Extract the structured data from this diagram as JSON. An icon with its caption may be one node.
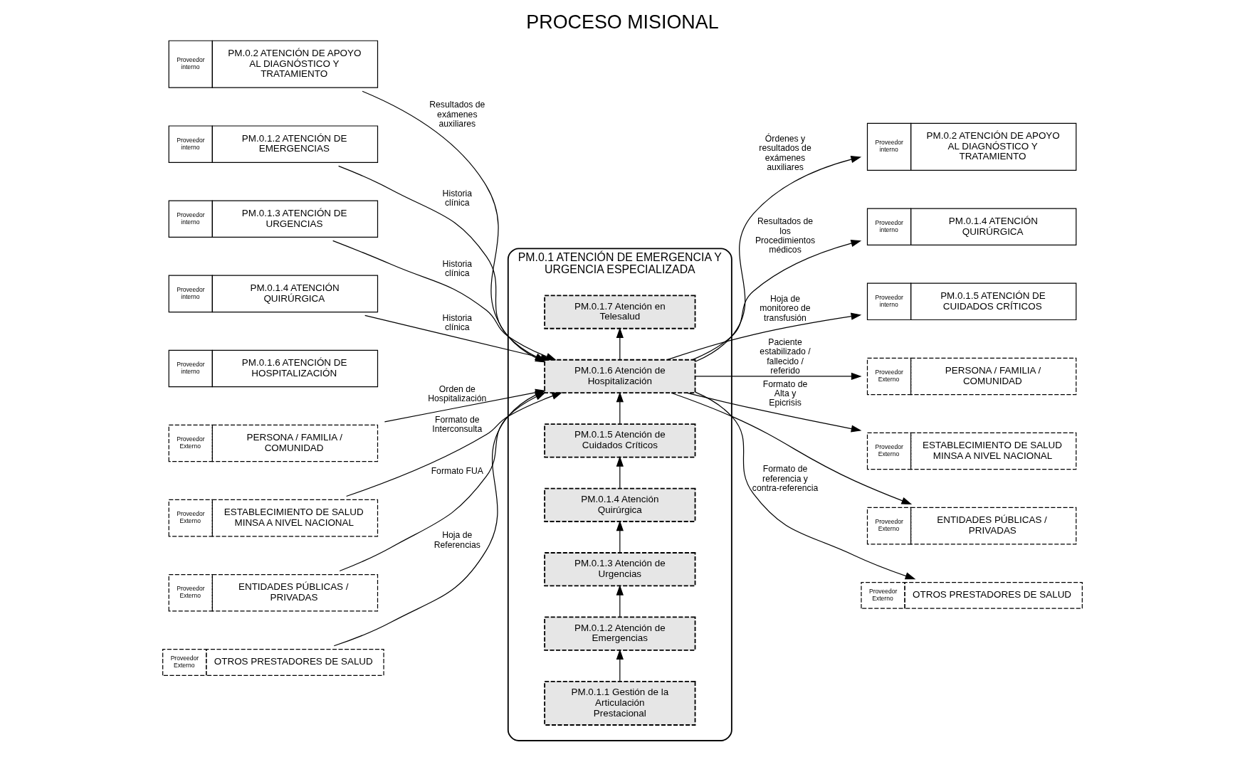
{
  "diagram": {
    "title": "PROCESO MISIONAL",
    "nodes": [
      {
        "text": [
          "Proveedor interno",
          "PM.0.2 ATENCIÓN DE APOYO AL DIAGNÓSTICO Y TRATAMIENTO"
        ]
      },
      {
        "text": [
          "Proveedor interno",
          "PM.0.1.2 ATENCIÓN DE EMERGENCIAS"
        ]
      },
      {
        "text": [
          "Proveedor interno",
          "PM.0.1.3 ATENCIÓN DE URGENCIAS"
        ]
      },
      {
        "text": [
          "Proveedor interno",
          "PM.0.1.4 ATENCIÓN QUIRÚRGICA"
        ]
      },
      {
        "text": [
          "Proveedor interno",
          "PM.0.1.6 ATENCIÓN DE HOSPITALIZACIÓN"
        ]
      },
      {
        "text": [
          "Proveedor Externo",
          "PERSONA / FAMILIA / COMUNIDAD"
        ]
      },
      {
        "text": [
          "Proveedor Externo",
          "ESTABLECIMIENTO DE SALUD MINSA A NIVEL NACIONAL"
        ]
      },
      {
        "text": [
          "Proveedor Externo",
          "ENTIDADES PÚBLICAS / PRIVADAS"
        ]
      },
      {
        "text": [
          "Proveedor Externo",
          "OTROS PRESTADORES DE SALUD"
        ]
      },
      {
        "text": [
          "PM.0.1 ATENCIÓN DE EMERGENCIA Y URGENCIA ESPECIALIZADA"
        ]
      },
      {
        "text": [
          "PM.0.1.1 Gestión de la Articulación Prestacional"
        ],
        "in": 9
      },
      {
        "text": [
          "PM.0.1.2 Atención de Emergencias"
        ],
        "in": 9
      },
      {
        "text": [
          "PM.0.1.3 Atención de Urgencias"
        ],
        "in": 9
      },
      {
        "text": [
          "PM.0.1.4 Atención Quirúrgica"
        ],
        "in": 9
      },
      {
        "text": [
          "PM.0.1.5 Atención de Cuidados Críticos"
        ],
        "in": 9
      },
      {
        "text": [
          "PM.0.1.6 Atención de Hospitalización"
        ],
        "in": 9
      },
      {
        "text": [
          "PM.0.1.7 Atención en Telesalud"
        ],
        "in": 9
      },
      {
        "text": [
          "Proveedor interno",
          "PM.0.2 ATENCIÓN DE APOYO AL DIAGNÓSTICO Y TRATAMIENTO"
        ]
      },
      {
        "text": [
          "Proveedor interno",
          "PM.0.1.4 ATENCIÓN QUIRÚRGICA"
        ]
      },
      {
        "text": [
          "Proveedor interno",
          "PM.0.1.5 ATENCIÓN DE CUIDADOS CRÍTICOS"
        ]
      },
      {
        "text": [
          "Proveedor Externo",
          "PERSONA / FAMILIA / COMUNIDAD"
        ]
      },
      {
        "text": [
          "Proveedor Externo",
          "ESTABLECIMIENTO DE SALUD MINSA A NIVEL NACIONAL"
        ]
      },
      {
        "text": [
          "Proveedor Externo",
          "ENTIDADES PÚBLICAS / PRIVADAS"
        ]
      },
      {
        "text": [
          "Proveedor Externo",
          "OTROS PRESTADORES DE SALUD"
        ]
      }
    ],
    "edges": [
      {
        "from": 10,
        "to": 11,
        "arrow": "to"
      },
      {
        "from": 11,
        "to": 12,
        "arrow": "to"
      },
      {
        "from": 12,
        "to": 13,
        "arrow": "to"
      },
      {
        "from": 13,
        "to": 14,
        "arrow": "to"
      },
      {
        "from": 14,
        "to": 15,
        "arrow": "to"
      },
      {
        "from": 15,
        "to": 16,
        "arrow": "to"
      },
      {
        "from": 0,
        "to": 15,
        "arrow": "to",
        "label": "Resultados de exámenes auxiliares"
      },
      {
        "from": 1,
        "to": 15,
        "arrow": "to",
        "label": "Historia clínica"
      },
      {
        "from": 2,
        "to": 15,
        "arrow": "to",
        "label": "Historia clínica"
      },
      {
        "from": 3,
        "to": 15,
        "arrow": "to",
        "label": "Historia clínica"
      },
      {
        "from": 5,
        "to": 15,
        "arrow": "to",
        "label": "Orden de Hospitalización"
      },
      {
        "from": 6,
        "to": 15,
        "arrow": "to",
        "label": "Formato de Interconsulta"
      },
      {
        "from": 7,
        "to": 15,
        "arrow": "to",
        "label": "Formato FUA"
      },
      {
        "from": 8,
        "to": 15,
        "arrow": "to",
        "label": "Hoja de Referencias"
      },
      {
        "from": 15,
        "to": 17,
        "arrow": "to",
        "label": "Órdenes y resultados de exámenes auxiliares"
      },
      {
        "from": 15,
        "to": 18,
        "arrow": "to",
        "label": "Resultados de los Procedimientos médicos"
      },
      {
        "from": 15,
        "to": 19,
        "arrow": "to",
        "label": "Hoja de monitoreo de transfusión"
      },
      {
        "from": 15,
        "to": 20,
        "arrow": "to",
        "label": "Paciente estabilizado / fallecido / referido"
      },
      {
        "from": 15,
        "to": 21,
        "arrow": "to",
        "label": "Formato de Alta y Epicrisis"
      },
      {
        "from": 15,
        "to": 22,
        "arrow": "to"
      },
      {
        "from": 15,
        "to": 23,
        "arrow": "to",
        "label": "Formato de referencia y contra-referencia"
      }
    ]
  }
}
